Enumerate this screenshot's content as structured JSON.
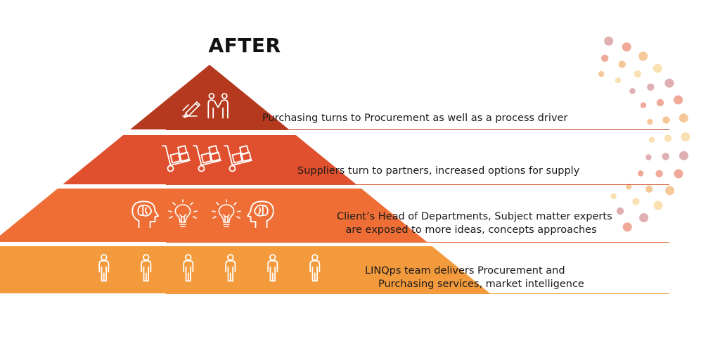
{
  "title": "AFTER",
  "levels": [
    {
      "color": "#b5391e",
      "icons": [
        "pencil-on-paper-icon",
        "handshake-people-icon"
      ],
      "lines": [
        "Purchasing turns to Procurement as well as a process driver"
      ]
    },
    {
      "color": "#e0502e",
      "icons": [
        "hand-truck-boxes-icon",
        "hand-truck-boxes-icon",
        "hand-truck-boxes-icon"
      ],
      "lines": [
        "Suppliers turn to partners, increased options for supply"
      ]
    },
    {
      "color": "#ee6e35",
      "icons": [
        "head-brain-icon",
        "lightbulb-icon",
        "lightbulb-icon",
        "head-brain-icon"
      ],
      "lines": [
        "Client’s Head of Departments, Subject matter experts",
        "are exposed to more ideas, concepts approaches"
      ]
    },
    {
      "color": "#f29a3c",
      "icons": [
        "person-icon",
        "person-icon",
        "person-icon",
        "person-icon",
        "person-icon",
        "person-icon"
      ],
      "lines": [
        "LINQps team delivers Procurement and",
        "Purchasing services, market intelligence"
      ]
    }
  ],
  "colors": {
    "title": "#111111",
    "text": "#1a1a1a",
    "icon_stroke": "#ffffff",
    "line_top": "#b5391e",
    "line_bottom": "#f29a3c",
    "dots": [
      "#d9a1a4",
      "#ec9a86",
      "#f4bd86",
      "#f8dca6"
    ]
  }
}
